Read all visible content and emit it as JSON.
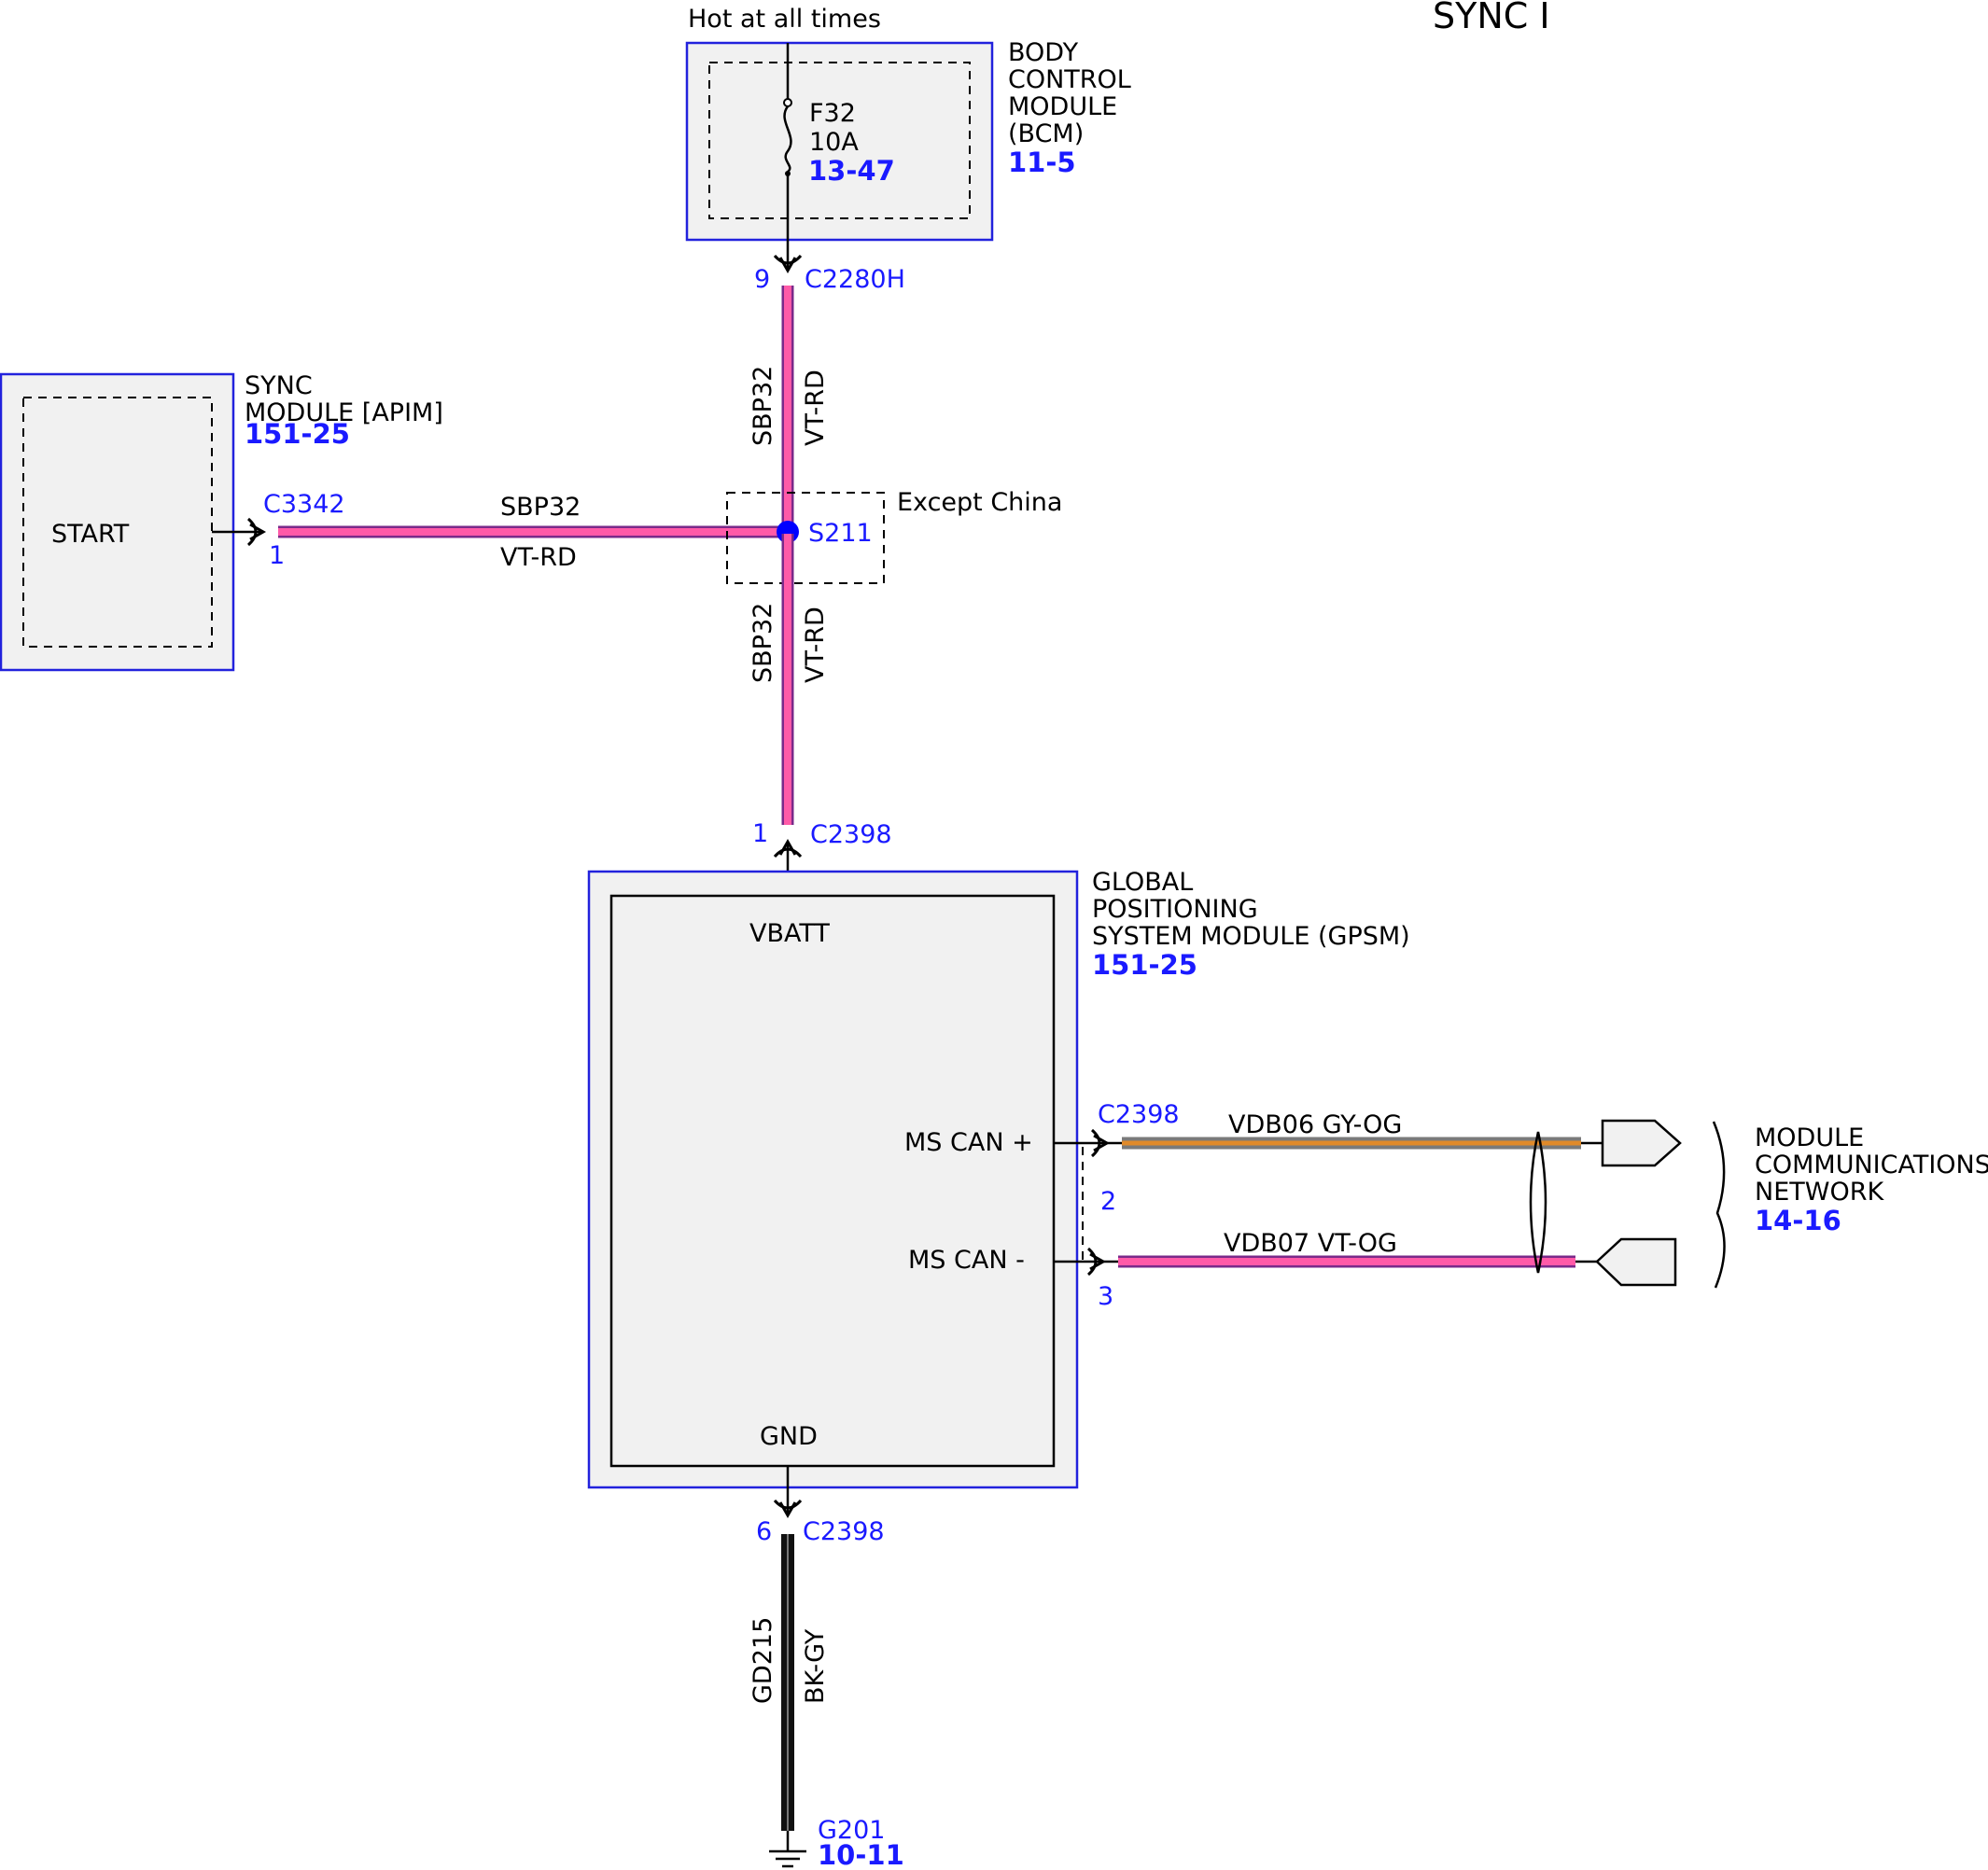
{
  "page_title": "SYNC I",
  "colors": {
    "module_border": "#2222dd",
    "module_fill": "#f1f1f1",
    "blue_text": "#1a1aff",
    "wire_vt_rd_outer": "#7a2a8a",
    "wire_vt_rd_inner": "#ff5aa8",
    "wire_gy_og_outer": "#7a7a7a",
    "wire_gy_og_inner": "#e08a2a",
    "wire_bk_gy": "#111111",
    "splice_dot": "#0000ff"
  },
  "supply": {
    "label": "Hot at all times"
  },
  "bcm": {
    "name_lines": [
      "BODY",
      "CONTROL",
      "MODULE",
      "(BCM)"
    ],
    "ref": "11-5",
    "fuse_name": "F32",
    "fuse_rating": "10A",
    "fuse_ref": "13-47",
    "connector": "C2280H",
    "pin": "9"
  },
  "apim": {
    "name_lines": [
      "SYNC",
      "MODULE [APIM]"
    ],
    "ref": "151-25",
    "pin_label": "START",
    "connector": "C3342",
    "pin": "1"
  },
  "wires": {
    "sbp32_circuit": "SBP32",
    "sbp32_color": "VT-RD",
    "gd215_circuit": "GD215",
    "gd215_color": "BK-GY",
    "can_plus_label": "VDB06  GY-OG",
    "can_minus_label": "VDB07  VT-OG"
  },
  "splice": {
    "name": "S211",
    "condition": "Except China"
  },
  "gpsm": {
    "name_lines": [
      "GLOBAL",
      "POSITIONING",
      "SYSTEM MODULE (GPSM)"
    ],
    "ref": "151-25",
    "pin_vbatt": "VBATT",
    "pin_gnd": "GND",
    "pin_can_plus": "MS CAN +",
    "pin_can_minus": "MS CAN -",
    "connector": "C2398",
    "vbatt_pin": "1",
    "gnd_pin": "6",
    "can_plus_pin": "2",
    "can_minus_pin": "3"
  },
  "network": {
    "name_lines": [
      "MODULE",
      "COMMUNICATIONS",
      "NETWORK"
    ],
    "ref": "14-16"
  },
  "ground": {
    "name": "G201",
    "ref": "10-11"
  }
}
